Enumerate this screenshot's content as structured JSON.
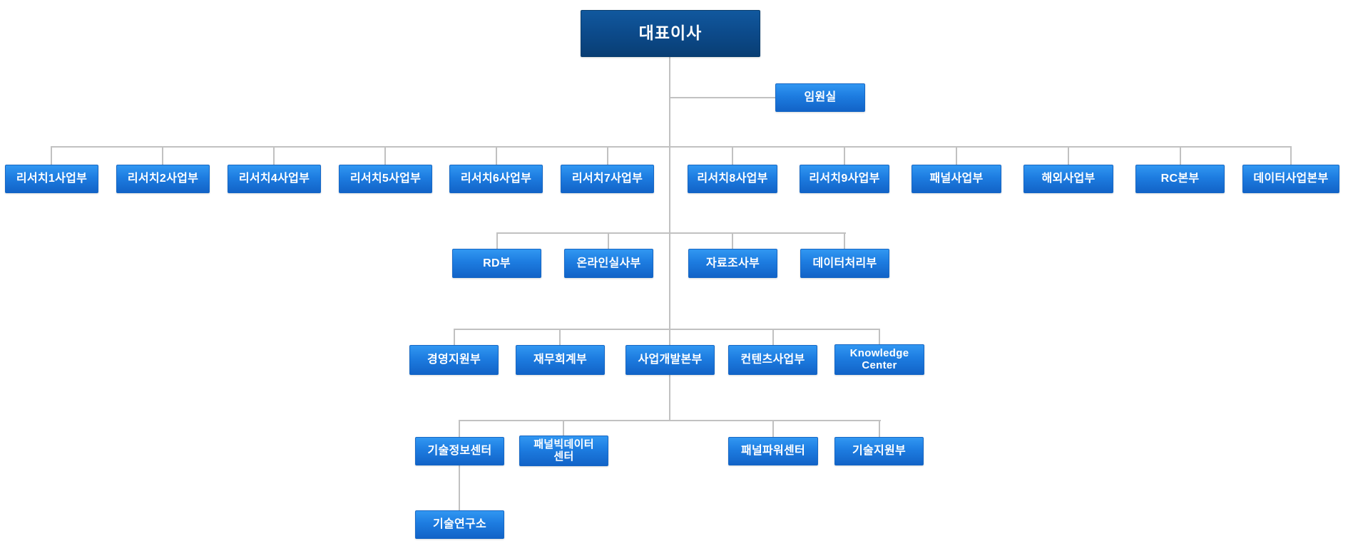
{
  "colors": {
    "node_gradient_top": "#3197f2",
    "node_gradient_bottom": "#1263c7",
    "root_gradient_top": "#11589e",
    "root_gradient_bottom": "#093e74",
    "connector_line": "#c1c1c1",
    "node_text": "#ffffff",
    "background": "#ffffff"
  },
  "org_chart": {
    "root": {
      "id": "ceo",
      "label": "대표이사"
    },
    "executive": {
      "id": "exec-office",
      "label": "임원실",
      "parent": "ceo"
    },
    "level1": [
      {
        "id": "research1",
        "label": "리서치1사업부",
        "parent": "ceo"
      },
      {
        "id": "research2",
        "label": "리서치2사업부",
        "parent": "ceo"
      },
      {
        "id": "research4",
        "label": "리서치4사업부",
        "parent": "ceo"
      },
      {
        "id": "research5",
        "label": "리서치5사업부",
        "parent": "ceo"
      },
      {
        "id": "research6",
        "label": "리서치6사업부",
        "parent": "ceo"
      },
      {
        "id": "research7",
        "label": "리서치7사업부",
        "parent": "ceo"
      },
      {
        "id": "research8",
        "label": "리서치8사업부",
        "parent": "ceo"
      },
      {
        "id": "research9",
        "label": "리서치9사업부",
        "parent": "ceo"
      },
      {
        "id": "panel-biz",
        "label": "패널사업부",
        "parent": "ceo"
      },
      {
        "id": "overseas-biz",
        "label": "해외사업부",
        "parent": "ceo"
      },
      {
        "id": "rc-hq",
        "label": "RC본부",
        "parent": "ceo"
      },
      {
        "id": "data-biz-hq",
        "label": "데이터사업본부",
        "parent": "ceo"
      }
    ],
    "level2": [
      {
        "id": "rd-dept",
        "label": "RD부",
        "parent": "ceo"
      },
      {
        "id": "online-fieldwork",
        "label": "온라인실사부",
        "parent": "ceo"
      },
      {
        "id": "data-survey",
        "label": "자료조사부",
        "parent": "ceo"
      },
      {
        "id": "data-processing",
        "label": "데이터처리부",
        "parent": "ceo"
      }
    ],
    "level3": [
      {
        "id": "management-support",
        "label": "경영지원부",
        "parent": "ceo"
      },
      {
        "id": "finance-accounting",
        "label": "재무회계부",
        "parent": "ceo"
      },
      {
        "id": "business-development",
        "label": "사업개발본부",
        "parent": "ceo"
      },
      {
        "id": "contents-biz",
        "label": "컨텐츠사업부",
        "parent": "ceo"
      },
      {
        "id": "knowledge-center",
        "label": "Knowledge\nCenter",
        "parent": "ceo"
      }
    ],
    "level4": [
      {
        "id": "tech-info-center",
        "label": "기술정보센터",
        "parent": "ceo"
      },
      {
        "id": "panel-bigdata-center",
        "label": "패널빅데이터\n센터",
        "parent": "ceo"
      },
      {
        "id": "panel-power-center",
        "label": "패널파워센터",
        "parent": "ceo"
      },
      {
        "id": "tech-support",
        "label": "기술지원부",
        "parent": "ceo"
      }
    ],
    "level5": [
      {
        "id": "tech-research-institute",
        "label": "기술연구소",
        "parent": "tech-info-center"
      }
    ]
  }
}
